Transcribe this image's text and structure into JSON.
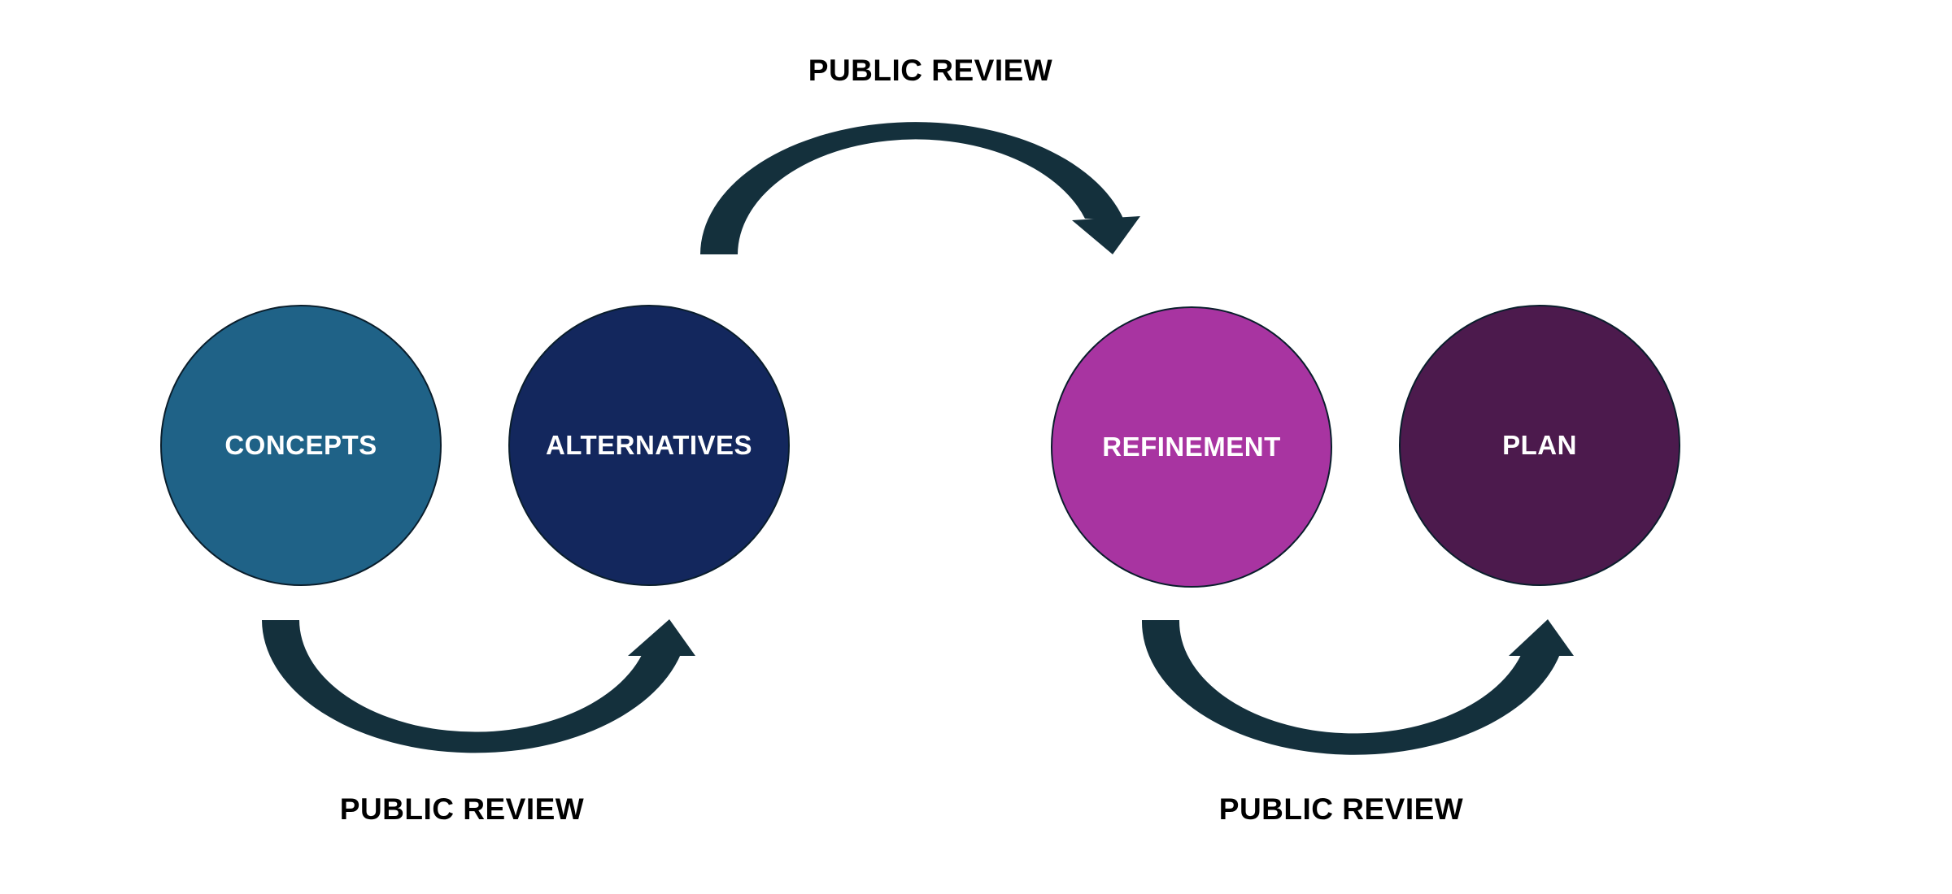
{
  "diagram": {
    "background_color": "#FFFFFF",
    "stages": [
      {
        "label": "CONCEPTS",
        "fill": "#1F6287",
        "text_color": "#FFFFFF"
      },
      {
        "label": "ALTERNATIVES",
        "fill": "#13275D",
        "text_color": "#FFFFFF"
      },
      {
        "label": "REFINEMENT",
        "fill": "#A834A1",
        "text_color": "#FFFFFF"
      },
      {
        "label": "PLAN",
        "fill": "#4C1A4D",
        "text_color": "#FFFFFF"
      }
    ],
    "arrows": [
      {
        "position": "top",
        "label": "PUBLIC REVIEW"
      },
      {
        "position": "bottom-left",
        "label": "PUBLIC REVIEW"
      },
      {
        "position": "bottom-right",
        "label": "PUBLIC REVIEW"
      }
    ],
    "arrow_color": "#14303C",
    "circle_outline_color": "#0A1E2C",
    "label_text_color": "#000000"
  }
}
